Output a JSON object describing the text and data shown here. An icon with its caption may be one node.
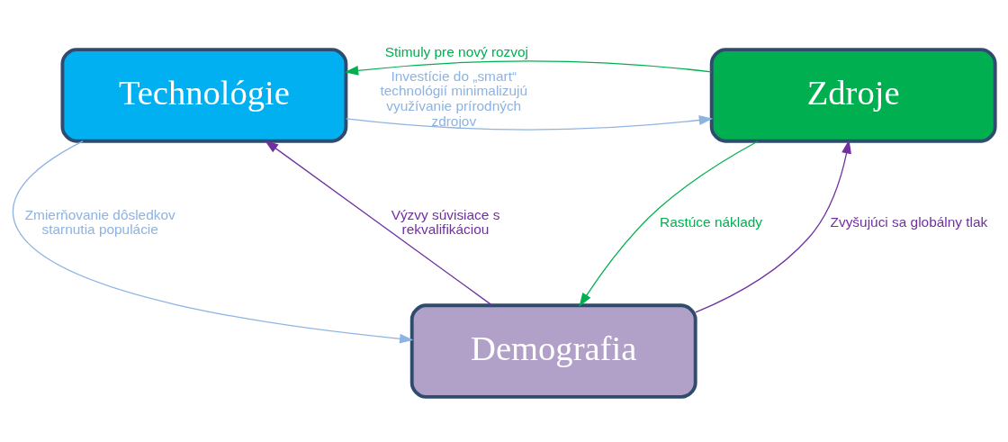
{
  "diagram": {
    "nodes": [
      {
        "text": [
          "Technológie"
        ]
      },
      {
        "text": [
          "Zdroje"
        ]
      },
      {
        "text": [
          "Demografia"
        ]
      }
    ],
    "edges": [
      {
        "from": 0,
        "to": 1,
        "arrow": "to",
        "label": "Investície do „smart“ technológií minimalizujú využívanie prírodných zdrojov",
        "color": "#8db3e2"
      },
      {
        "from": 1,
        "to": 0,
        "arrow": "to",
        "label": "Stimuly pre nový rozvoj",
        "color": "#00b050"
      },
      {
        "from": 0,
        "to": 2,
        "arrow": "to",
        "label": "Zmierňovanie dôsledkov starnutia populácie",
        "color": "#8db3e2"
      },
      {
        "from": 2,
        "to": 0,
        "arrow": "to",
        "label": "Výzvy súvisiace s rekvalifikáciou",
        "color": "#7030a0"
      },
      {
        "from": 2,
        "to": 1,
        "arrow": "to",
        "label": "Zvyšujúci sa globálny tlak",
        "color": "#7030a0"
      },
      {
        "from": 1,
        "to": 2,
        "arrow": "to",
        "label": "Rastúce náklady",
        "color": "#00b050"
      }
    ]
  }
}
